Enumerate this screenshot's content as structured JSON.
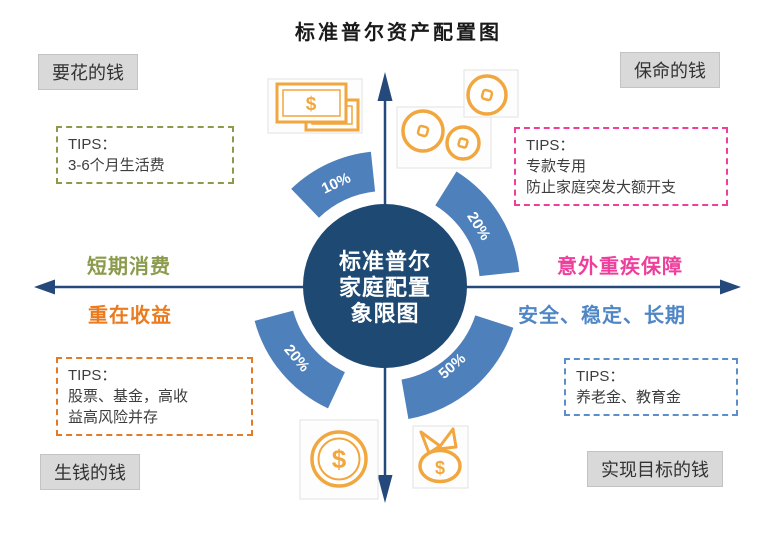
{
  "title": "标准普尔资产配置图",
  "center_circle": {
    "lines": [
      "标准普尔",
      "家庭配置",
      "象限图"
    ]
  },
  "segments": {
    "top_left": "10%",
    "top_right": "20%",
    "bottom_left": "20%",
    "bottom_right": "50%"
  },
  "axis_labels": {
    "left_above": "短期消费",
    "left_below": "重在收益",
    "right_above": "意外重疾保障",
    "right_below": "安全、稳定、长期"
  },
  "quadrants": {
    "top_left": {
      "corner": "要花的钱",
      "tips": [
        "TIPS：",
        "3-6个月生活费"
      ],
      "icon": "banknotes-icon"
    },
    "top_right": {
      "corner": "保命的钱",
      "tips": [
        "TIPS：",
        "专款专用",
        "防止家庭突发大额开支"
      ],
      "icon": "coins-icon"
    },
    "bottom_left": {
      "corner": "生钱的钱",
      "tips": [
        "TIPS：",
        "股票、基金，高收",
        "益高风险并存"
      ],
      "icon": "dollar-coin-icon"
    },
    "bottom_right": {
      "corner": "实现目标的钱",
      "tips": [
        "TIPS：",
        "养老金、教育金"
      ],
      "icon": "money-bag-icon"
    }
  },
  "icon_glyphs": {
    "dollar": "$"
  },
  "colors": {
    "center_circle": "#1d4973",
    "arc": "#4e80bc",
    "axis": "#26497b",
    "icon_orange": "#f2a63e",
    "accent_green": "#8a9b4c",
    "accent_orange": "#e07b2a",
    "accent_pink": "#ef3f9c",
    "accent_blue": "#5b8ecb",
    "corner_bg": "#d9d9d9"
  }
}
